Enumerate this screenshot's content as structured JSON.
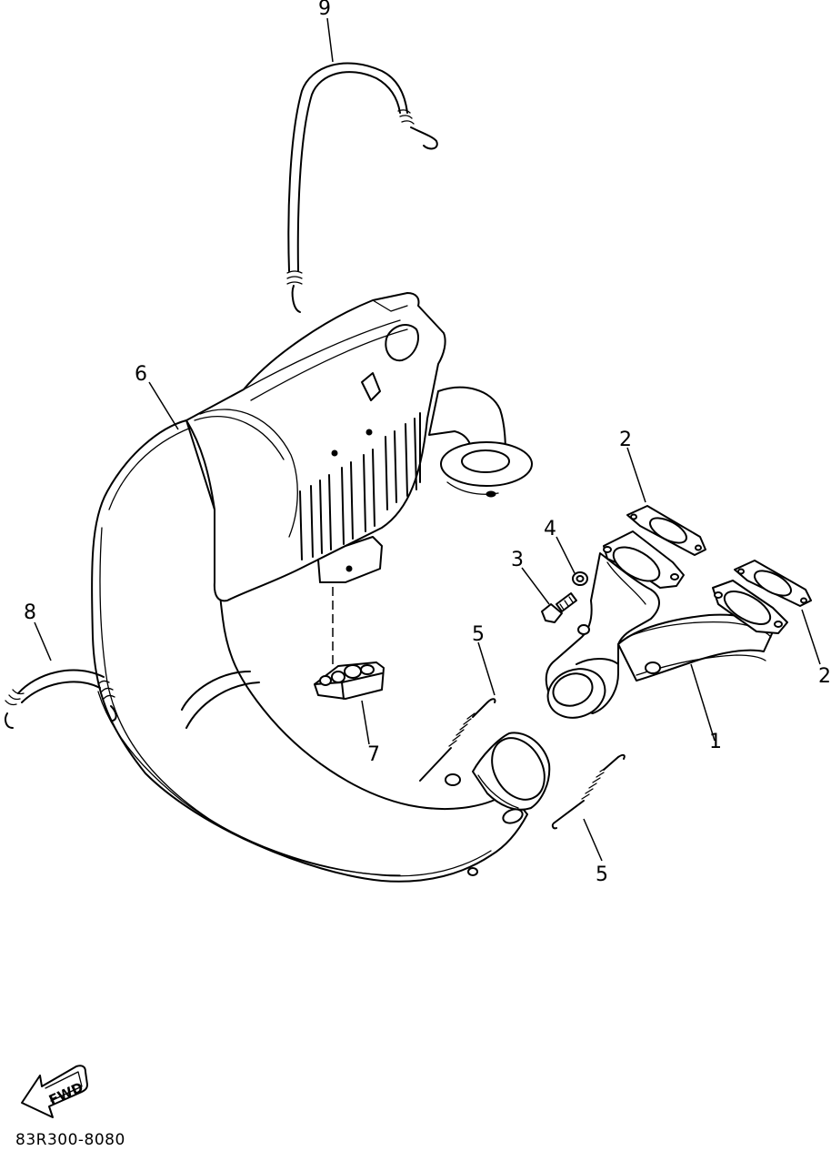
{
  "callouts": {
    "c1": "1",
    "c2a": "2",
    "c2b": "2",
    "c3": "3",
    "c4": "4",
    "c5a": "5",
    "c5b": "5",
    "c6": "6",
    "c7": "7",
    "c8": "8",
    "c9": "9"
  },
  "fwd_label": "FWD",
  "part_code": "83R300-8080",
  "parts": [
    {
      "ref": "1",
      "icon": "y-exhaust-pipe-icon"
    },
    {
      "ref": "2",
      "icon": "flange-gasket-icon"
    },
    {
      "ref": "3",
      "icon": "bolt-icon"
    },
    {
      "ref": "4",
      "icon": "washer-icon"
    },
    {
      "ref": "5",
      "icon": "spring-icon"
    },
    {
      "ref": "6",
      "icon": "muffler-icon"
    },
    {
      "ref": "7",
      "icon": "bracket-icon"
    },
    {
      "ref": "8",
      "icon": "hook-spring-icon"
    },
    {
      "ref": "9",
      "icon": "hook-spring-icon"
    }
  ]
}
